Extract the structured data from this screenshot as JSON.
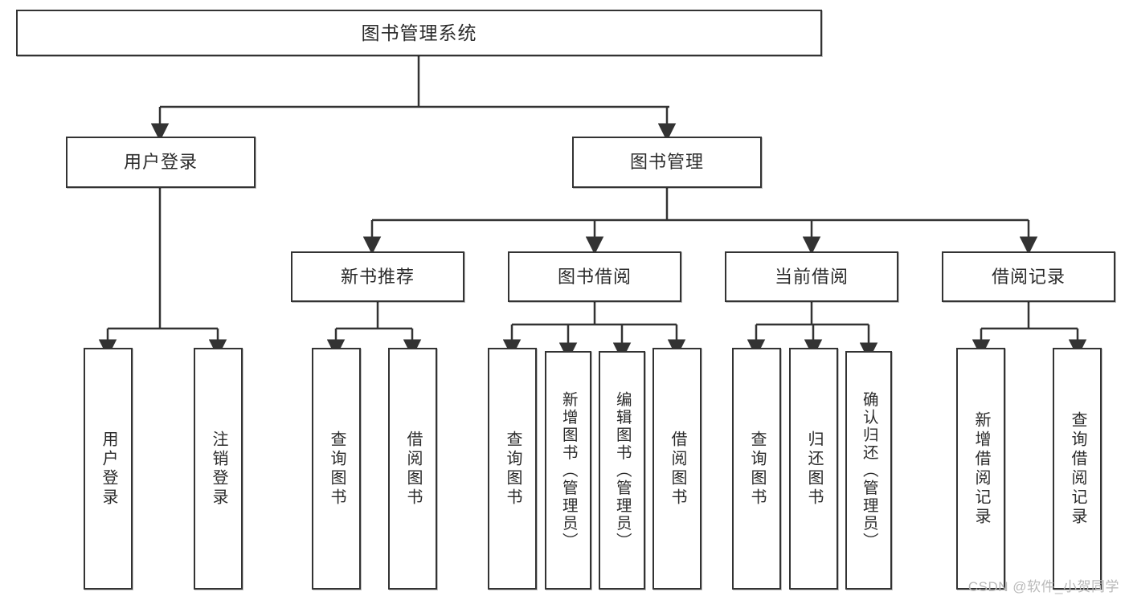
{
  "diagram": {
    "type": "tree",
    "title": "图书管理系统",
    "root": {
      "label": "图书管理系统"
    },
    "level2": [
      {
        "label": "用户登录"
      },
      {
        "label": "图书管理"
      }
    ],
    "level3": [
      {
        "label": "新书推荐"
      },
      {
        "label": "图书借阅"
      },
      {
        "label": "当前借阅"
      },
      {
        "label": "借阅记录"
      }
    ],
    "leaves": {
      "user_login": [
        {
          "label": "用户登录"
        },
        {
          "label": "注销登录"
        }
      ],
      "new_book_recommend": [
        {
          "label": "查询图书"
        },
        {
          "label": "借阅图书"
        }
      ],
      "book_borrow": [
        {
          "label": "查询图书"
        },
        {
          "label": "新增图书（管理员）"
        },
        {
          "label": "编辑图书（管理员）"
        },
        {
          "label": "借阅图书"
        }
      ],
      "current_borrow": [
        {
          "label": "查询图书"
        },
        {
          "label": "归还图书"
        },
        {
          "label": "确认归还（管理员）"
        }
      ],
      "borrow_record": [
        {
          "label": "新增借阅记录"
        },
        {
          "label": "查询借阅记录"
        }
      ]
    }
  },
  "watermark": {
    "text": "CSDN @软件_小贺同学"
  },
  "colors": {
    "stroke": "#333333",
    "fill": "#ffffff",
    "text": "#2b2b2b",
    "watermark": "#b9b9b9"
  }
}
